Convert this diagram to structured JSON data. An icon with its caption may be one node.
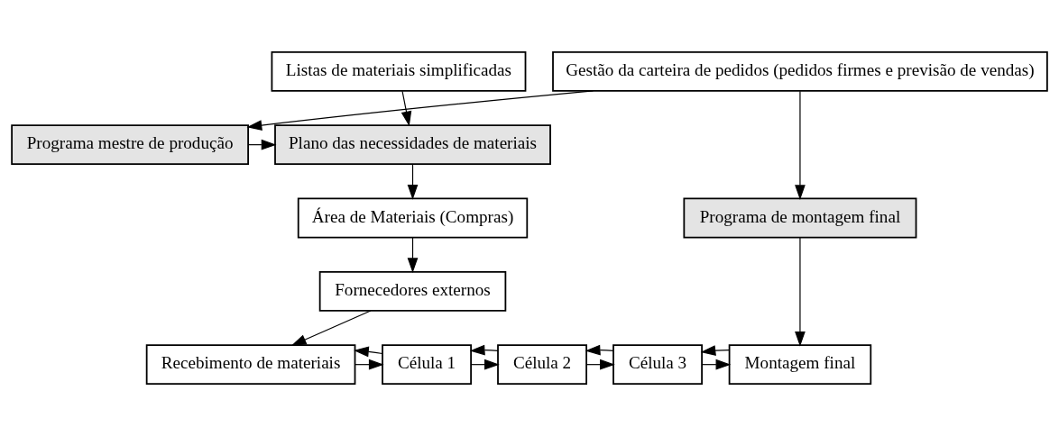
{
  "diagram": {
    "nodes": [
      {
        "text": [
          "Plano das necessidades de materiais"
        ]
      },
      {
        "text": [
          "Programa mestre de produção"
        ]
      },
      {
        "text": [
          "Gestão da carteira de pedidos (pedidos firmes e previsão de vendas)"
        ]
      },
      {
        "text": [
          "Listas de materiais simplificadas"
        ]
      },
      {
        "text": [
          "Programa de montagem final"
        ]
      },
      {
        "text": [
          "Área de Materiais (Compras)"
        ]
      },
      {
        "text": [
          "Fornecedores externos"
        ]
      },
      {
        "text": [
          "Recebimento de materiais"
        ]
      },
      {
        "text": [
          "Célula 1"
        ]
      },
      {
        "text": [
          "Célula 2"
        ]
      },
      {
        "text": [
          "Célula 3"
        ]
      },
      {
        "text": [
          "Montagem final"
        ]
      }
    ],
    "edges": [
      {
        "from": 1,
        "to": 0,
        "arrow": "to"
      },
      {
        "from": 2,
        "to": 1,
        "arrow": "to"
      },
      {
        "from": 2,
        "to": 4,
        "arrow": "to"
      },
      {
        "from": 3,
        "to": 0,
        "arrow": "to"
      },
      {
        "from": 0,
        "to": 5,
        "arrow": "to"
      },
      {
        "from": 5,
        "to": 6,
        "arrow": "to"
      },
      {
        "from": 6,
        "to": 7,
        "arrow": "to"
      },
      {
        "from": 4,
        "to": 11,
        "arrow": "to"
      },
      {
        "from": 7,
        "to": 8,
        "arrow": "to"
      },
      {
        "from": 8,
        "to": 7,
        "arrow": "to"
      },
      {
        "from": 8,
        "to": 9,
        "arrow": "to"
      },
      {
        "from": 9,
        "to": 8,
        "arrow": "to"
      },
      {
        "from": 9,
        "to": 10,
        "arrow": "to"
      },
      {
        "from": 10,
        "to": 9,
        "arrow": "to"
      },
      {
        "from": 10,
        "to": 11,
        "arrow": "to"
      },
      {
        "from": 11,
        "to": 10,
        "arrow": "to"
      }
    ]
  }
}
